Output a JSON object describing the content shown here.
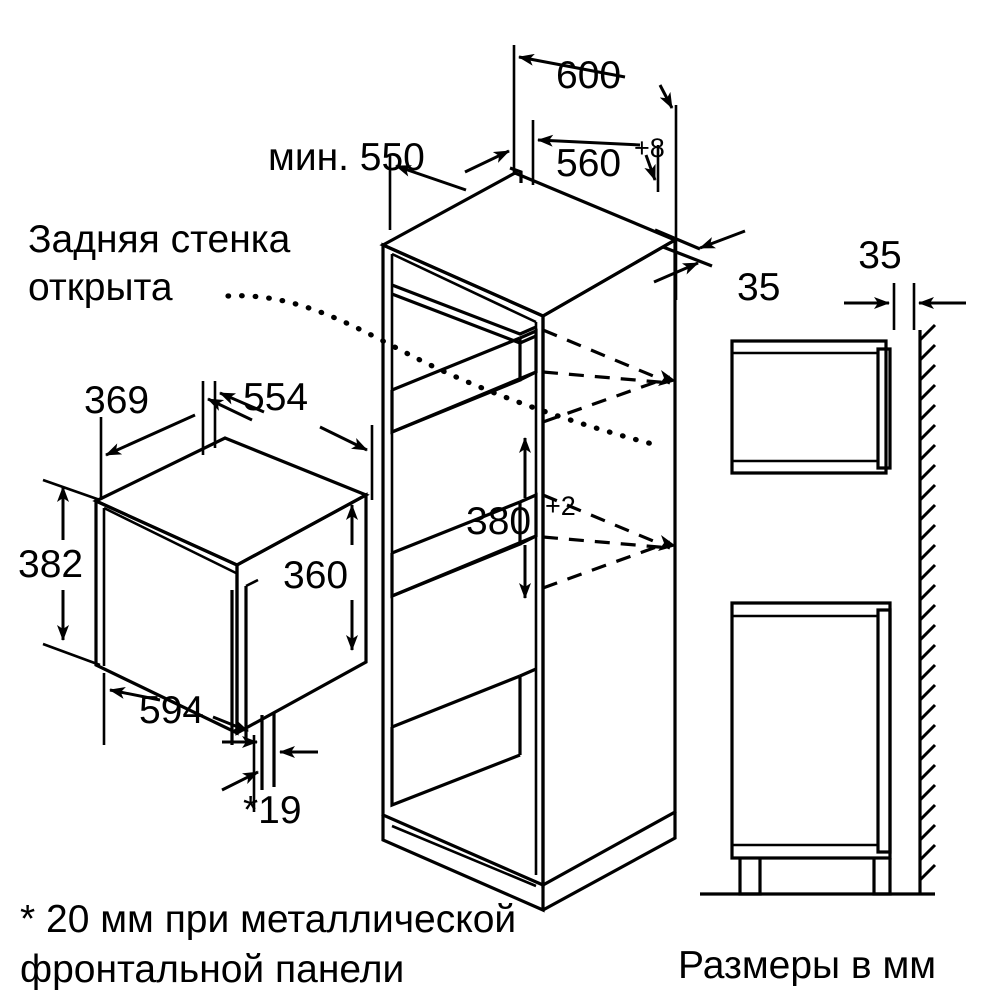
{
  "title": "Встраиваемая микроволновая печь — схема установки",
  "units_note": "Размеры в мм",
  "labels": {
    "back_wall_line1": "Задняя стенка",
    "back_wall_line2": "открыта",
    "footnote_line1": "* 20 мм при металлической",
    "footnote_line2": "фронтальной панели"
  },
  "dimensions": {
    "cabinet_depth_min": "мин. 550",
    "cabinet_width_outer": "600",
    "niche_width": "560",
    "niche_width_tol": "+8",
    "niche_height": "380",
    "niche_height_tol": "+2",
    "rear_clearance_iso": "35",
    "rear_clearance_side": "35",
    "appliance_depth": "369",
    "appliance_body_width": "554",
    "appliance_front_height": "382",
    "appliance_body_height": "360",
    "appliance_front_width": "594",
    "front_panel_thickness": "*19"
  },
  "icons": {
    "dim_arrow": "dimension-arrow-icon",
    "hatch": "wall-hatch-icon",
    "dotted_leader": "dotted-leader-icon"
  },
  "colors": {
    "line": "#000000",
    "background": "#ffffff"
  }
}
